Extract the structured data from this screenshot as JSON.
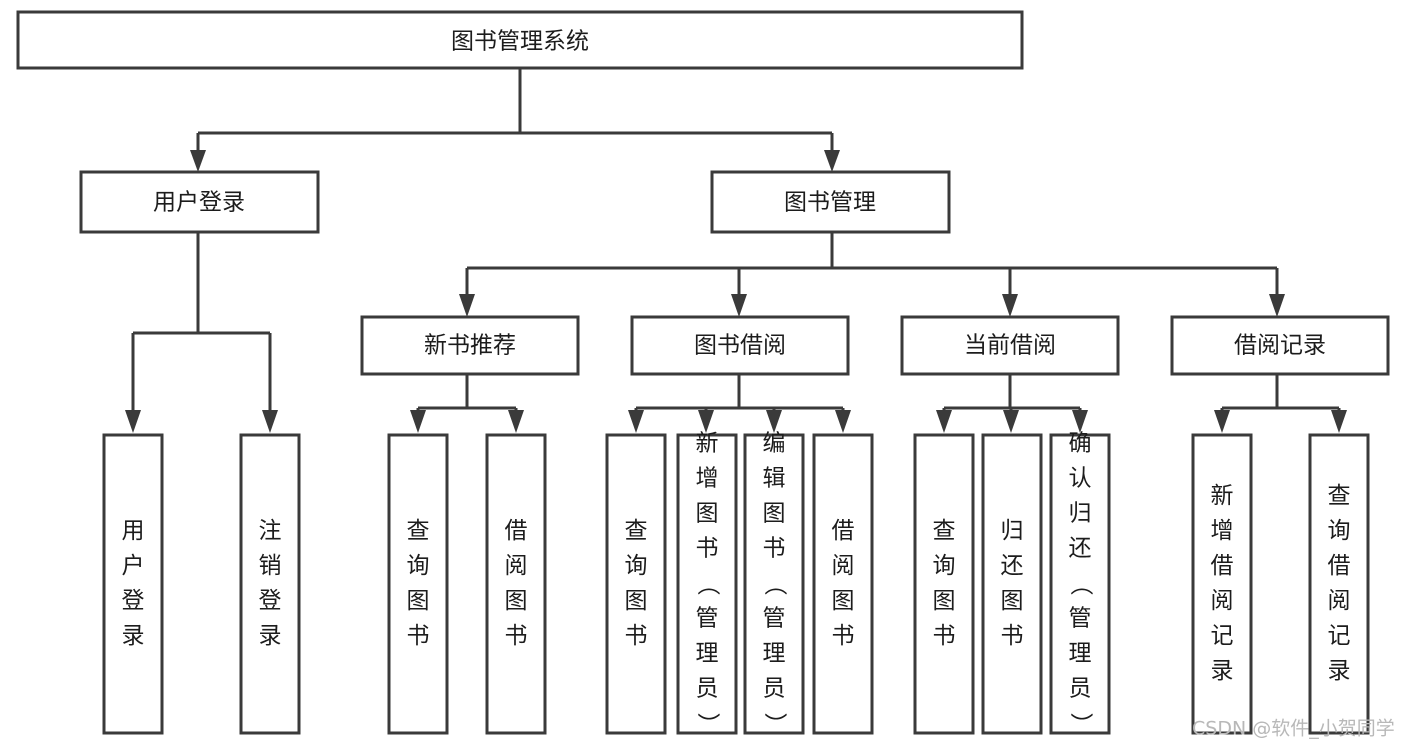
{
  "diagram": {
    "title_node": {
      "id": "root",
      "label": "图书管理系统",
      "orientation": "horizontal"
    },
    "level2": [
      {
        "id": "user-login",
        "label": "用户登录",
        "orientation": "horizontal"
      },
      {
        "id": "book-management",
        "label": "图书管理",
        "orientation": "horizontal"
      }
    ],
    "level3": [
      {
        "id": "new-book-recommend",
        "label": "新书推荐",
        "orientation": "horizontal",
        "parent": "book-management"
      },
      {
        "id": "book-borrow",
        "label": "图书借阅",
        "orientation": "horizontal",
        "parent": "book-management"
      },
      {
        "id": "current-borrow",
        "label": "当前借阅",
        "orientation": "horizontal",
        "parent": "book-management"
      },
      {
        "id": "borrow-record",
        "label": "借阅记录",
        "orientation": "horizontal",
        "parent": "book-management"
      }
    ],
    "leaves": [
      {
        "id": "leaf-user-login",
        "label": "用户登录",
        "orientation": "vertical",
        "parent": "user-login"
      },
      {
        "id": "leaf-logout",
        "label": "注销登录",
        "orientation": "vertical",
        "parent": "user-login"
      },
      {
        "id": "leaf-query-book-1",
        "label": "查询图书",
        "orientation": "vertical",
        "parent": "new-book-recommend"
      },
      {
        "id": "leaf-borrow-book-1",
        "label": "借阅图书",
        "orientation": "vertical",
        "parent": "new-book-recommend"
      },
      {
        "id": "leaf-query-book-2",
        "label": "查询图书",
        "orientation": "vertical",
        "parent": "book-borrow"
      },
      {
        "id": "leaf-add-book",
        "label": "新增图书（管理员）",
        "orientation": "vertical",
        "parent": "book-borrow"
      },
      {
        "id": "leaf-edit-book",
        "label": "编辑图书（管理员）",
        "orientation": "vertical",
        "parent": "book-borrow"
      },
      {
        "id": "leaf-borrow-book-2",
        "label": "借阅图书",
        "orientation": "vertical",
        "parent": "book-borrow"
      },
      {
        "id": "leaf-query-book-3",
        "label": "查询图书",
        "orientation": "vertical",
        "parent": "current-borrow"
      },
      {
        "id": "leaf-return-book",
        "label": "归还图书",
        "orientation": "vertical",
        "parent": "current-borrow"
      },
      {
        "id": "leaf-confirm-return",
        "label": "确认归还（管理员）",
        "orientation": "vertical",
        "parent": "current-borrow"
      },
      {
        "id": "leaf-add-record",
        "label": "新增借阅记录",
        "orientation": "vertical",
        "parent": "borrow-record"
      },
      {
        "id": "leaf-query-record",
        "label": "查询借阅记录",
        "orientation": "vertical",
        "parent": "borrow-record"
      }
    ]
  },
  "watermark": {
    "text": "CSDN @软件_小贺同学"
  },
  "colors": {
    "stroke": "#3a3a3a",
    "box_fill": "#ffffff",
    "text": "#1c1c1c",
    "background": "#ffffff",
    "watermark": "#b8b8b8"
  }
}
